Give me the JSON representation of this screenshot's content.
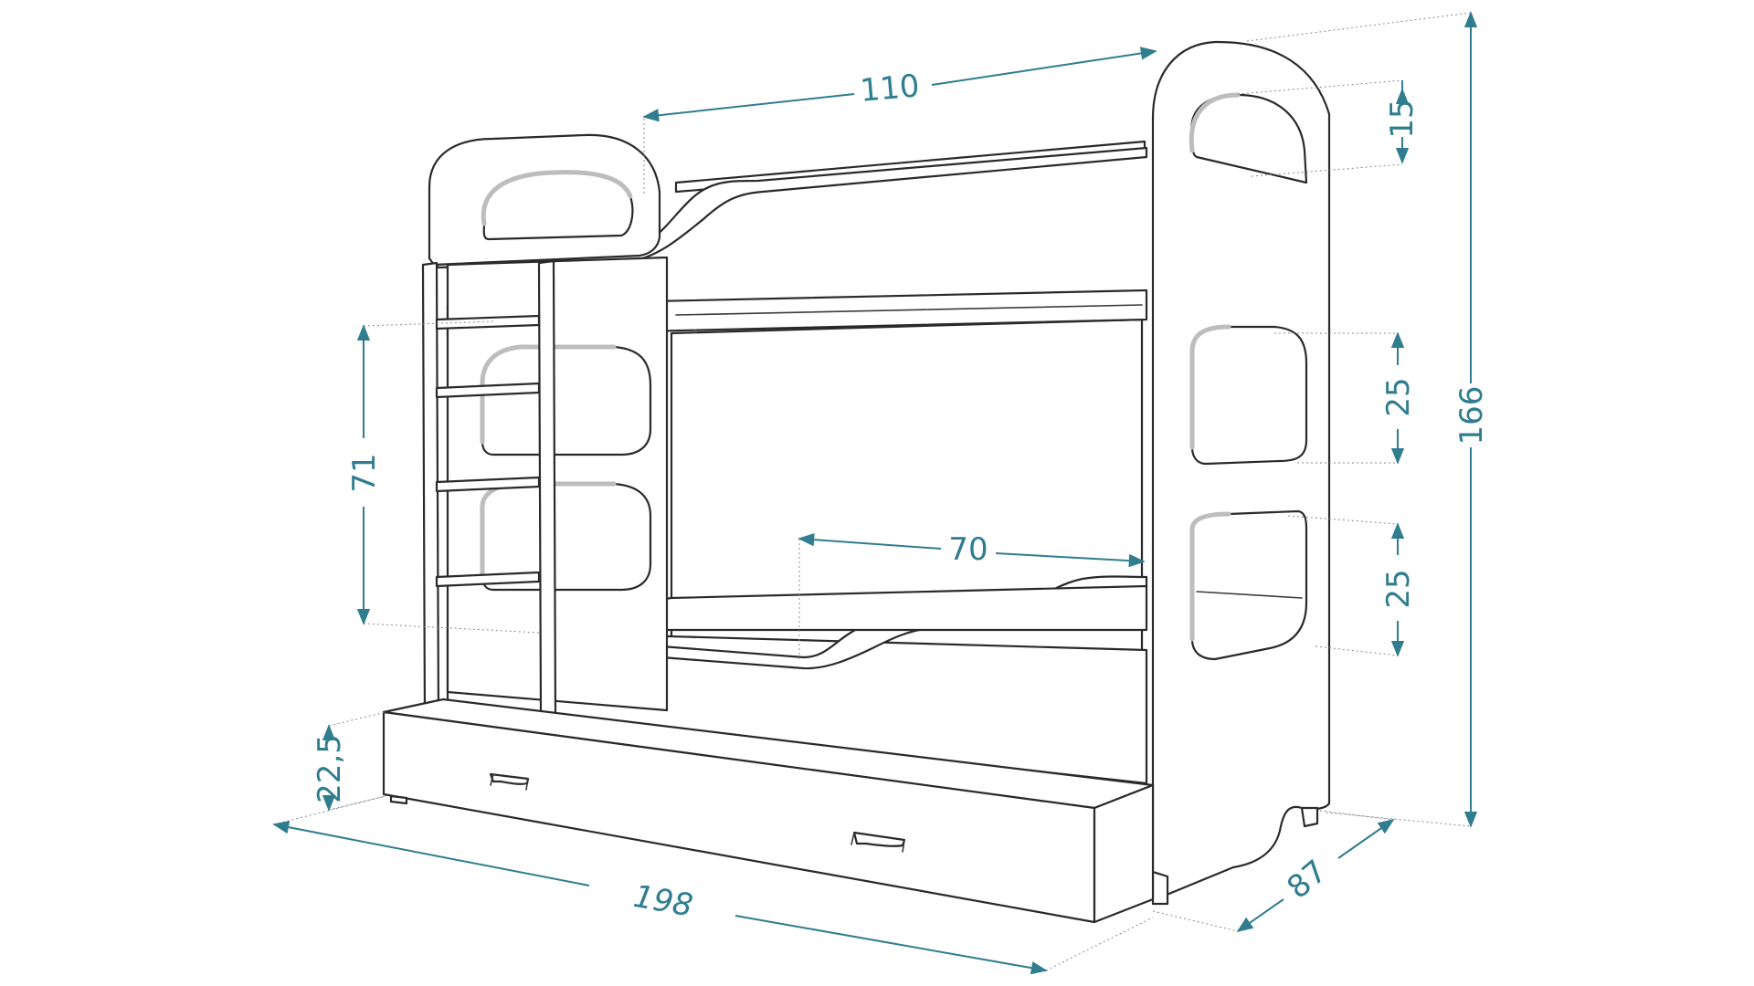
{
  "diagram": {
    "accent_color": "#2f7d8f",
    "line_color": "#2a2a2a",
    "dimensions": {
      "width_top": "110",
      "headboard_opening_top": "15",
      "total_height": "166",
      "ladder_height": "71",
      "side_opening_upper": "25",
      "side_opening_lower": "25",
      "guard_opening": "70",
      "drawer_height": "22,5",
      "length": "198",
      "depth": "87"
    }
  }
}
